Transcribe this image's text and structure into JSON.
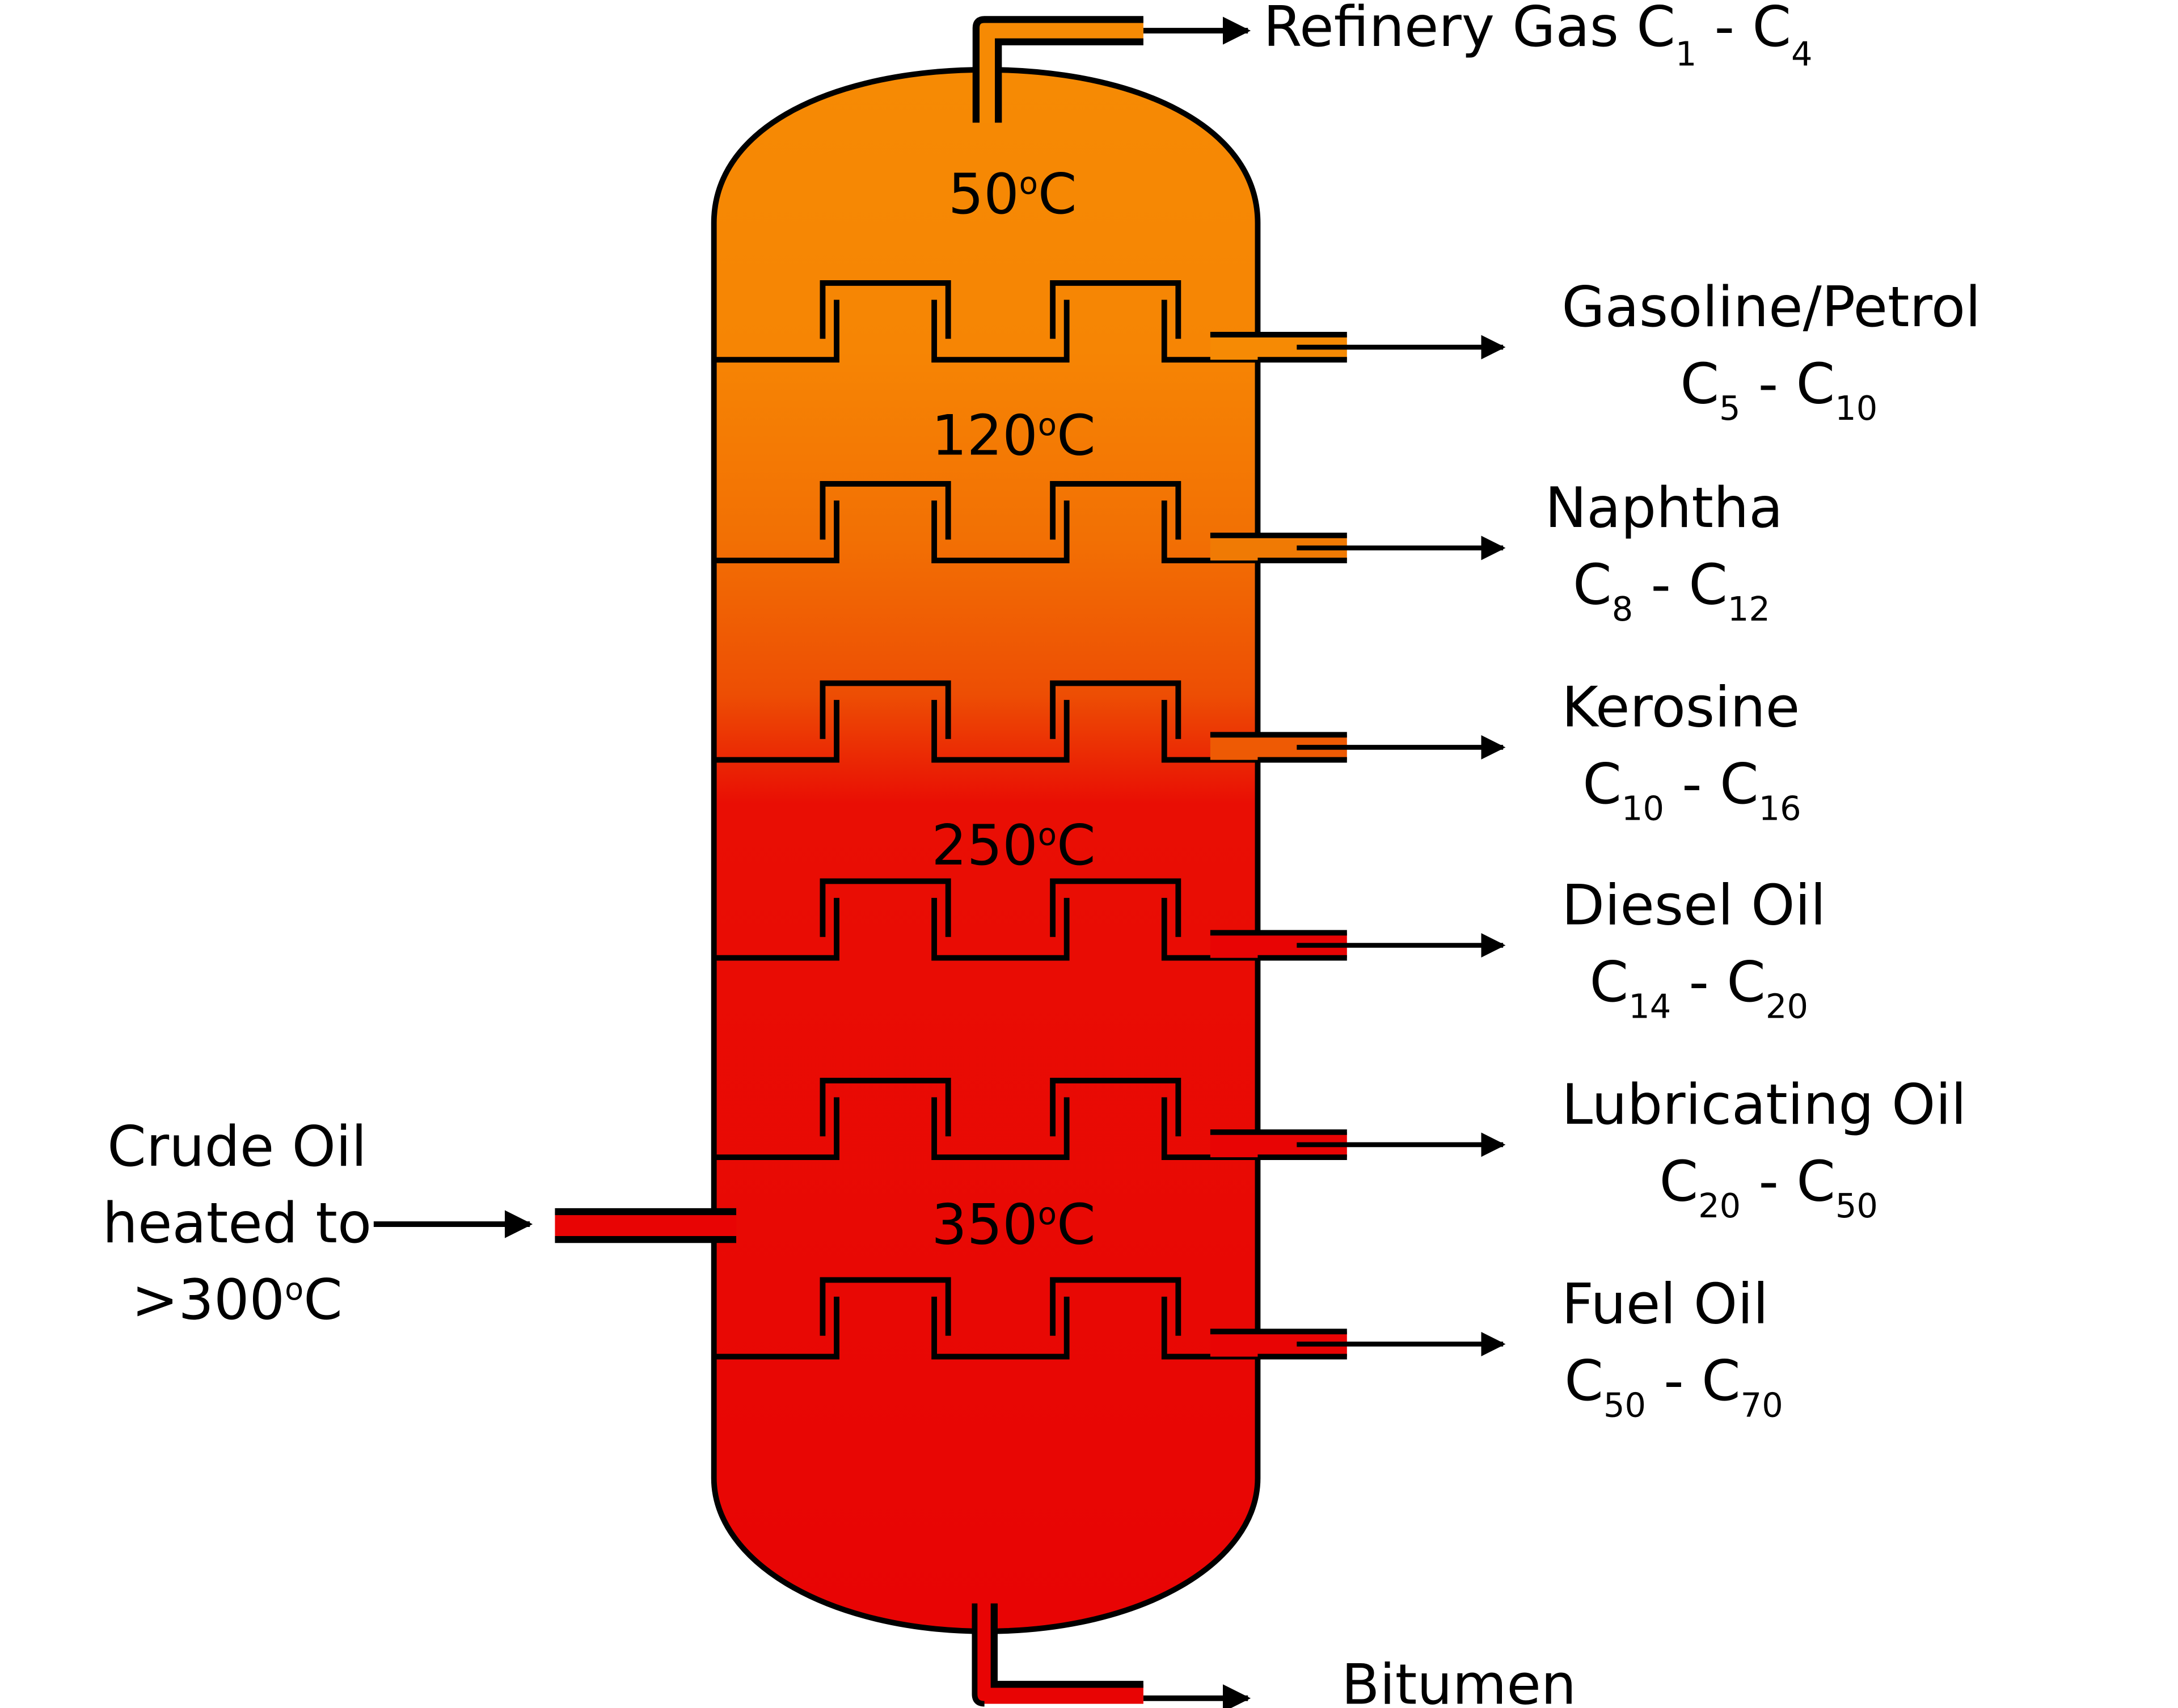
{
  "title": "Fractional distillation column",
  "colors": {
    "top": "#f68a04",
    "mid_orange": "#f06a04",
    "red": "#e80404",
    "outline": "#000000",
    "background": "#ffffff"
  },
  "feed": {
    "line1": "Crude Oil",
    "line2": "heated to",
    "line3_prefix": ">300",
    "degree": "o",
    "unit": "C"
  },
  "temperatures": [
    {
      "value": "50",
      "degree": "o",
      "unit": "C"
    },
    {
      "value": "120",
      "degree": "o",
      "unit": "C"
    },
    {
      "value": "250",
      "degree": "o",
      "unit": "C"
    },
    {
      "value": "350",
      "degree": "o",
      "unit": "C"
    }
  ],
  "top_product": {
    "name": "Refinery Gas C",
    "from_sub": "1",
    "dash": " - C",
    "to_sub": "4"
  },
  "fractions": [
    {
      "name": "Gasoline/Petrol",
      "c": "C",
      "from": "5",
      "dash": " - C",
      "to": "10"
    },
    {
      "name": "Naphtha",
      "c": "C",
      "from": "8",
      "dash": " - C",
      "to": "12"
    },
    {
      "name": "Kerosine",
      "c": "C",
      "from": "10",
      "dash": " - C",
      "to": "16"
    },
    {
      "name": "Diesel Oil",
      "c": "C",
      "from": "14",
      "dash": " - C",
      "to": "20"
    },
    {
      "name": "Lubricating Oil",
      "c": "C",
      "from": "20",
      "dash": " - C",
      "to": "50"
    },
    {
      "name": "Fuel Oil",
      "c": "C",
      "from": "50",
      "dash": " - C",
      "to": "70"
    }
  ],
  "bottom_product": {
    "name": "Bitumen"
  }
}
